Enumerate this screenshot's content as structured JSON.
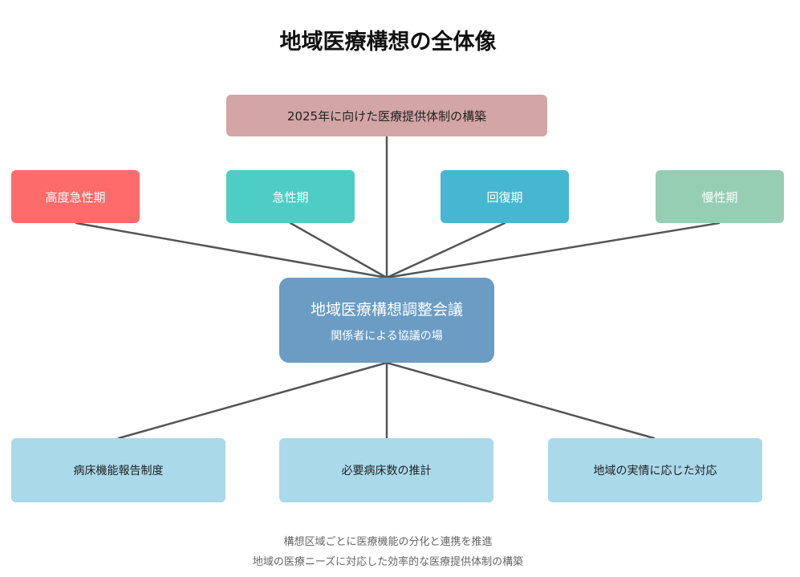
{
  "title": "地域医療構想の全体像",
  "goal": {
    "label": "2025年に向けた医療提供体制の構築"
  },
  "phases": [
    {
      "label": "高度急性期",
      "color": "#fe6b6b"
    },
    {
      "label": "急性期",
      "color": "#4ecdc4"
    },
    {
      "label": "回復期",
      "color": "#45b7d1"
    },
    {
      "label": "慢性期",
      "color": "#96ceb4"
    }
  ],
  "center": {
    "label": "地域医療構想調整会議",
    "sublabel": "関係者による協議の場",
    "color": "#6a9cc4"
  },
  "outcomes": [
    {
      "label": "病床機能報告制度"
    },
    {
      "label": "必要病床数の推計"
    },
    {
      "label": "地域の実情に応じた対応"
    }
  ],
  "footer": {
    "line1": "構想区域ごとに医療機能の分化と連携を推進",
    "line2": "地域の医療ニーズに対応した効率的な医療提供体制の構築"
  },
  "colors": {
    "connector": "#555555",
    "goal_box": "#d4a5a5",
    "outcome_box": "#aad9ea"
  }
}
